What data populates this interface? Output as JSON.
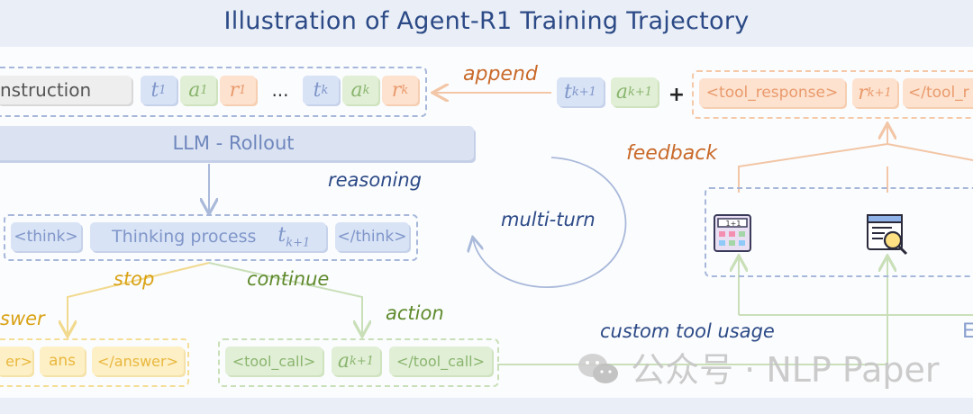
{
  "title": "Illustration of Agent-R1 Training Trajectory",
  "trajectory": {
    "instruction": "nstruction",
    "ellipsis": "...",
    "t1": [
      "t",
      "1"
    ],
    "a1": [
      "a",
      "1"
    ],
    "r1": [
      "r",
      "1"
    ],
    "tk": [
      "t",
      "k"
    ],
    "ak": [
      "a",
      "k"
    ],
    "rk": [
      "r",
      "k"
    ]
  },
  "append_label": "append",
  "new_tokens": {
    "t": [
      "t",
      "k+1"
    ],
    "a": [
      "a",
      "k+1"
    ],
    "plus": "+",
    "tool_response_open": "<tool_response>",
    "r": [
      "r",
      "k+1"
    ],
    "tool_response_close": "</tool_r"
  },
  "rollout": "LLM - Rollout",
  "feedback_label": "feedback",
  "reasoning_label": "reasoning",
  "multiturn_label": "multi-turn",
  "thinking": {
    "open": "<think>",
    "text": "Thinking process",
    "t": [
      "t",
      "k+1"
    ],
    "close": "</think>"
  },
  "stop_label": "stop",
  "continue_label": "continue",
  "answer_label": "swer",
  "action_label": "action",
  "custom_tool_label": "custom tool usage",
  "answer_box": {
    "open": "er>",
    "ans": "ans",
    "close": "</answer>"
  },
  "tool_call": {
    "open": "<tool_call>",
    "a": [
      "a",
      "k+1"
    ],
    "close": "</tool_call>"
  },
  "env_partial_label": "E",
  "watermark": "公众号 · NLP Paper",
  "colors": {
    "blue": "#7f96c9",
    "green": "#8ab56f",
    "orange": "#e99a6c",
    "yellow": "#e9b73e",
    "label_orange": "#c96a2a",
    "label_blue": "#2c4a86",
    "label_green": "#5f8a2c",
    "label_yellow": "#d9a214"
  }
}
